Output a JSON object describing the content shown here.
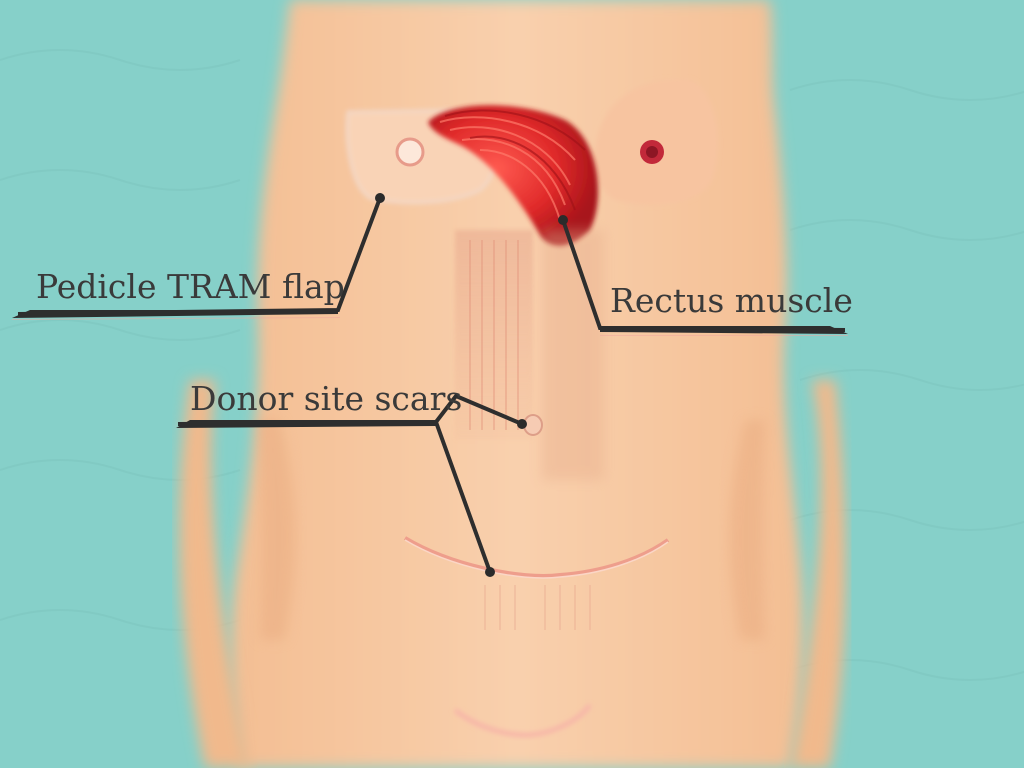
{
  "labels": {
    "pedicle": "Pedicle TRAM flap",
    "rectus": "Rectus muscle",
    "donor": "Donor site scars"
  },
  "colors": {
    "background": "#86d0c9",
    "skin": "#f7c9a3",
    "muscle": "#d8262c",
    "leader_line": "#2e2e2e"
  }
}
